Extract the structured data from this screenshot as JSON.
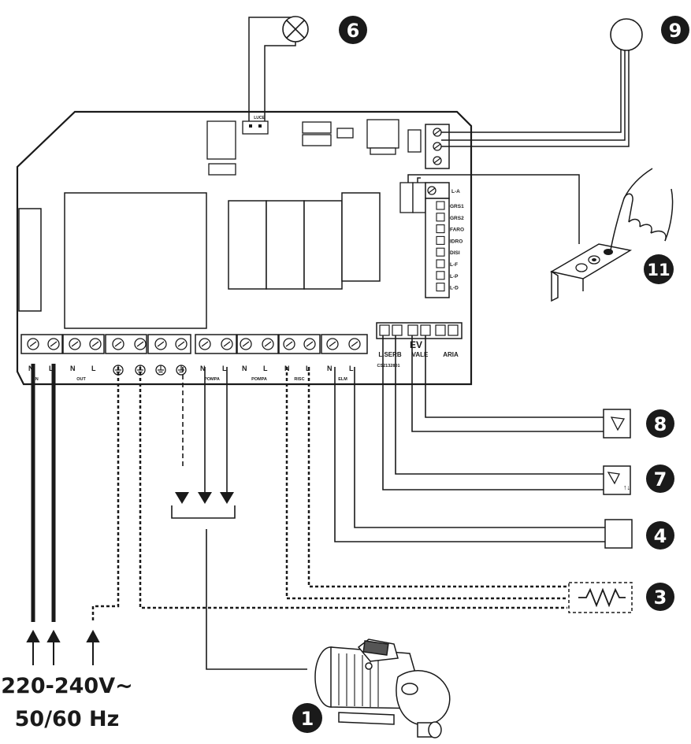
{
  "board": {
    "code": "CS2132801",
    "lamp_header": "LUCE"
  },
  "right_terminals": [
    "L-A",
    "GRS1",
    "GRS2",
    "FARO",
    "IDRO",
    "DISI",
    "L-F",
    "L-P",
    "L-D"
  ],
  "ev_block": {
    "title": "EV",
    "labels": [
      "L.SERB",
      "VALE",
      "ARIA"
    ]
  },
  "bottom_terminals": [
    {
      "n": "N",
      "l": "L",
      "name": "IN"
    },
    {
      "n": "N",
      "l": "L",
      "name": "OUT"
    },
    {
      "n": "N",
      "l": "L",
      "name": "POMPA"
    },
    {
      "n": "N",
      "l": "L",
      "name": "POMPA"
    },
    {
      "n": "N",
      "l": "L",
      "name": "RISC"
    },
    {
      "n": "N",
      "l": "L",
      "name": "ELM"
    }
  ],
  "supply": {
    "voltage": "220-240V~",
    "frequency": "50/60 Hz"
  },
  "callouts": {
    "pump": "1",
    "heater": "3",
    "electromagnet": "4",
    "lamp": "6",
    "valve_updown": "7",
    "valve": "8",
    "sensor": "9",
    "control_panel": "11"
  },
  "icons": [
    "lamp-icon",
    "sensor-icon",
    "hand-icon",
    "heater-icon",
    "valve-icon",
    "pump-icon",
    "ground-icon"
  ],
  "colors": {
    "line": "#1a1a1a",
    "badge": "#1a1a1a",
    "background": "#ffffff"
  }
}
